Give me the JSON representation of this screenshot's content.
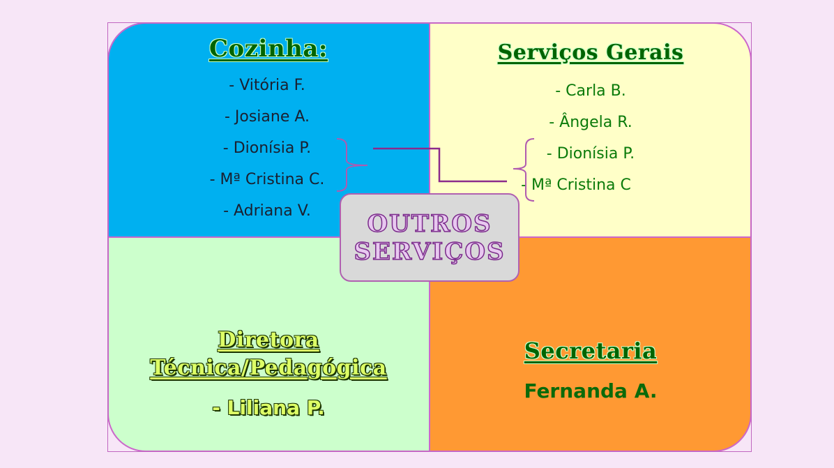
{
  "kitchen": {
    "title": "Cozinha:",
    "members": [
      "- Vitória F.",
      "- Josiane A.",
      "- Dionísia P.",
      "- Mª Cristina C.",
      "- Adriana V."
    ]
  },
  "general_services": {
    "title": "Serviços Gerais",
    "members": [
      "- Carla B.",
      "- Ângela R.",
      "- Dionísia P.",
      "- Mª Cristina C"
    ]
  },
  "director": {
    "title_line1": "Diretora",
    "title_line2": "Técnica/Pedagógica",
    "name": "- Liliana P."
  },
  "secretary": {
    "title": "Secretaria",
    "name": "Fernanda A."
  },
  "center": {
    "label": "OUTROS\nSERVIÇOS"
  },
  "colors": {
    "kitchen_bg": "#00b0f0",
    "services_bg": "#ffffc8",
    "director_bg": "#ccffcc",
    "secretary_bg": "#ff9933",
    "connector": "#8b2a8b"
  }
}
